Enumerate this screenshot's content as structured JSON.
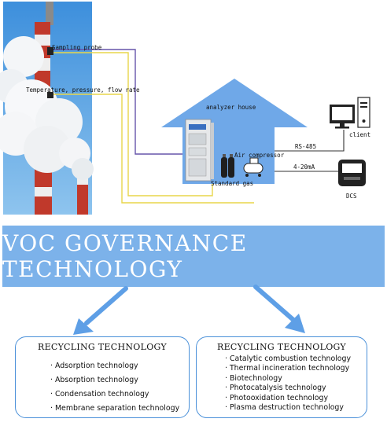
{
  "labels": {
    "sampling_probe": "Sampling probe",
    "temperature": "Temperature, pressure, flow rate",
    "analyzer_house": "analyzer house",
    "air_compressor": "Air compressor",
    "standard_gas": "Standard gas",
    "rs485": "RS-485",
    "ma": "4-20mA",
    "client": "client",
    "dcs": "DCS"
  },
  "banner": {
    "title": "VOC GOVERNANCE TECHNOLOGY"
  },
  "left_box": {
    "title": "RECYCLING TECHNOLOGY",
    "items": [
      "· Adsorption technology",
      "· Absorption technology",
      "· Condensation technology",
      "· Membrane separation technology"
    ]
  },
  "right_box": {
    "title": "RECYCLING TECHNOLOGY",
    "items": [
      "· Catalytic combustion technology",
      "· Thermal incineration technology",
      "· Biotechnology",
      "· Photocatalysis technology",
      "· Photooxidation technology",
      "· Plasma destruction technology"
    ]
  },
  "colors": {
    "sky": "#4a9be0",
    "house": "#6fa8e8",
    "banner": "#7cb2ea",
    "border": "#4a90d9",
    "signal_line": "#6655aa",
    "gas_line": "#e8d64a"
  }
}
